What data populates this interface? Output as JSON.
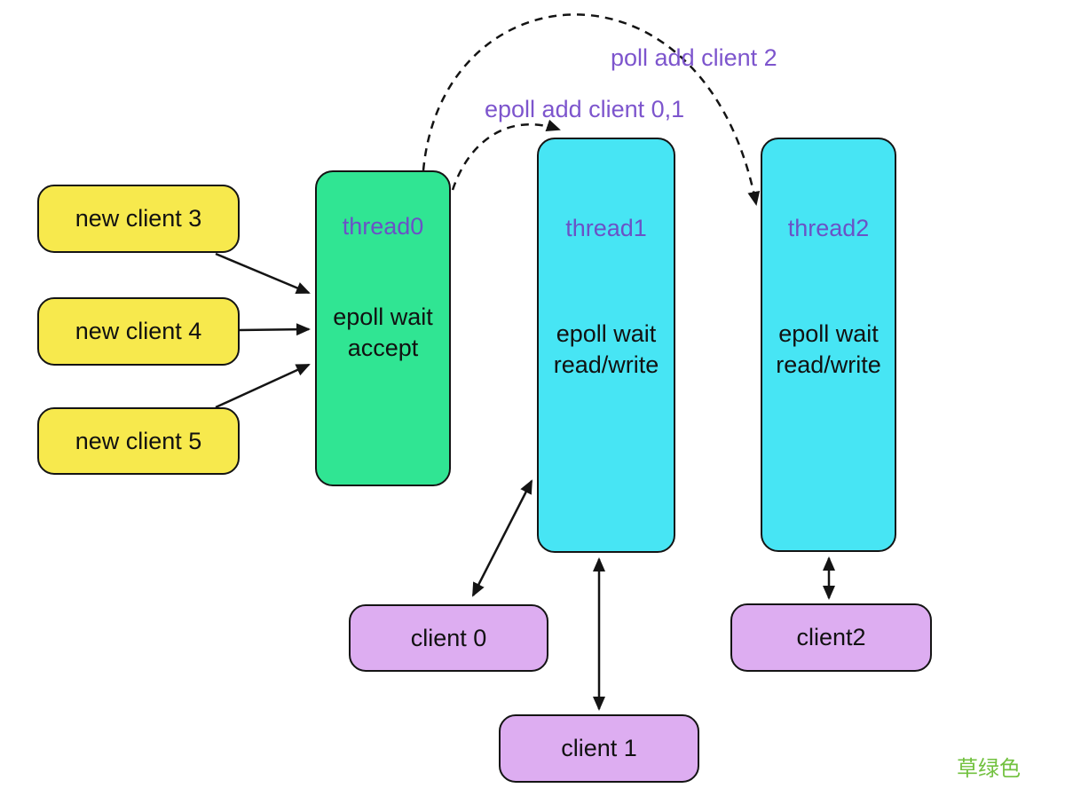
{
  "diagram": {
    "nodes": {
      "new_client_3": {
        "label": "new client 3",
        "fill": "#f7e94d"
      },
      "new_client_4": {
        "label": "new client 4",
        "fill": "#f7e94d"
      },
      "new_client_5": {
        "label": "new client 5",
        "fill": "#f7e94d"
      },
      "thread0": {
        "title": "thread0",
        "body_line1": "epoll wait",
        "body_line2": "accept",
        "fill": "#30e593"
      },
      "thread1": {
        "title": "thread1",
        "body_line1": "epoll wait",
        "body_line2": "read/write",
        "fill": "#47e5f4"
      },
      "thread2": {
        "title": "thread2",
        "body_line1": "epoll wait",
        "body_line2": "read/write",
        "fill": "#47e5f4"
      },
      "client_0": {
        "label": "client 0",
        "fill": "#ddadf1"
      },
      "client_1": {
        "label": "client 1",
        "fill": "#ddadf1"
      },
      "client_2": {
        "label": "client2",
        "fill": "#ddadf1"
      }
    },
    "edge_labels": {
      "epoll_add_client_01": "epoll add client 0,1",
      "poll_add_client_2": "poll add client 2"
    },
    "watermark": "草绿色",
    "colors": {
      "thread_title_text": "#6b52c6",
      "edge_label_text": "#7d55cd",
      "watermark_text": "#72c13f",
      "stroke": "#141414"
    }
  }
}
